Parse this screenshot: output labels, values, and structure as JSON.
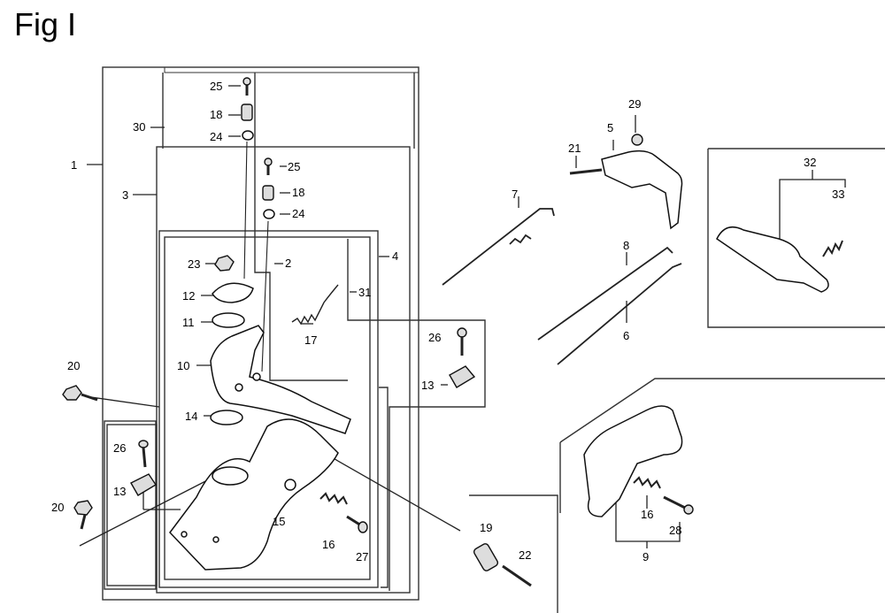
{
  "title": "Fig I",
  "labels": {
    "p1": "1",
    "p2": "2",
    "p3": "3",
    "p4": "4",
    "p5": "5",
    "p6": "6",
    "p7": "7",
    "p8": "8",
    "p9": "9",
    "p10": "10",
    "p11": "11",
    "p12": "12",
    "p13a": "13",
    "p13b": "13",
    "p14": "14",
    "p15": "15",
    "p16a": "16",
    "p16b": "16",
    "p17": "17",
    "p18a": "18",
    "p18b": "18",
    "p19": "19",
    "p20a": "20",
    "p20b": "20",
    "p21": "21",
    "p22": "22",
    "p23": "23",
    "p24a": "24",
    "p24b": "24",
    "p25a": "25",
    "p25b": "25",
    "p26a": "26",
    "p26b": "26",
    "p27": "27",
    "p28": "28",
    "p29": "29",
    "p30": "30",
    "p31": "31",
    "p32": "32",
    "p33": "33"
  }
}
